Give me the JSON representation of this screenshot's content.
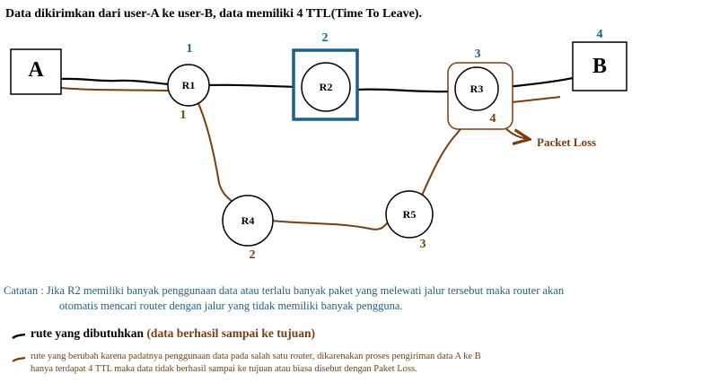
{
  "title": "Data dikirimkan dari user-A ke user-B, data memiliki 4 TTL(Time To Leave).",
  "colors": {
    "blue": "#1f5f8a",
    "brown": "#7a3d10",
    "black": "#000000"
  },
  "nodes": {
    "a": "A",
    "b": "B",
    "r1": "R1",
    "r2": "R2",
    "r3": "R3",
    "r4": "R4",
    "r5": "R5"
  },
  "hop_numbers": {
    "blue_r1": "1",
    "blue_r2": "2",
    "blue_r3": "3",
    "blue_b": "4",
    "brown_r1": "1",
    "brown_r4": "2",
    "brown_r5": "3",
    "brown_r3": "4"
  },
  "packet_loss_label": "Packet Loss",
  "note": {
    "line1": "Catatan : Jika R2 memiliki banyak penggunaan data atau terlalu banyak paket yang melewati jalur tersebut maka router akan",
    "line2": "otomatis mencari router dengan jalur yang tidak memiliki banyak pengguna."
  },
  "legend": {
    "black_main": "rute yang dibutuhkan",
    "black_paren": "(data berhasil sampai ke tujuan)",
    "brown_line1": "rute yang berubah karena padatnya penggunaan data pada salah satu router, dikarenakan proses pengiriman data A ke B",
    "brown_line2": "hanya terdapat 4 TTL maka data tidak berhasil sampai ke tujuan atau biasa disebut dengan Paket Loss."
  }
}
